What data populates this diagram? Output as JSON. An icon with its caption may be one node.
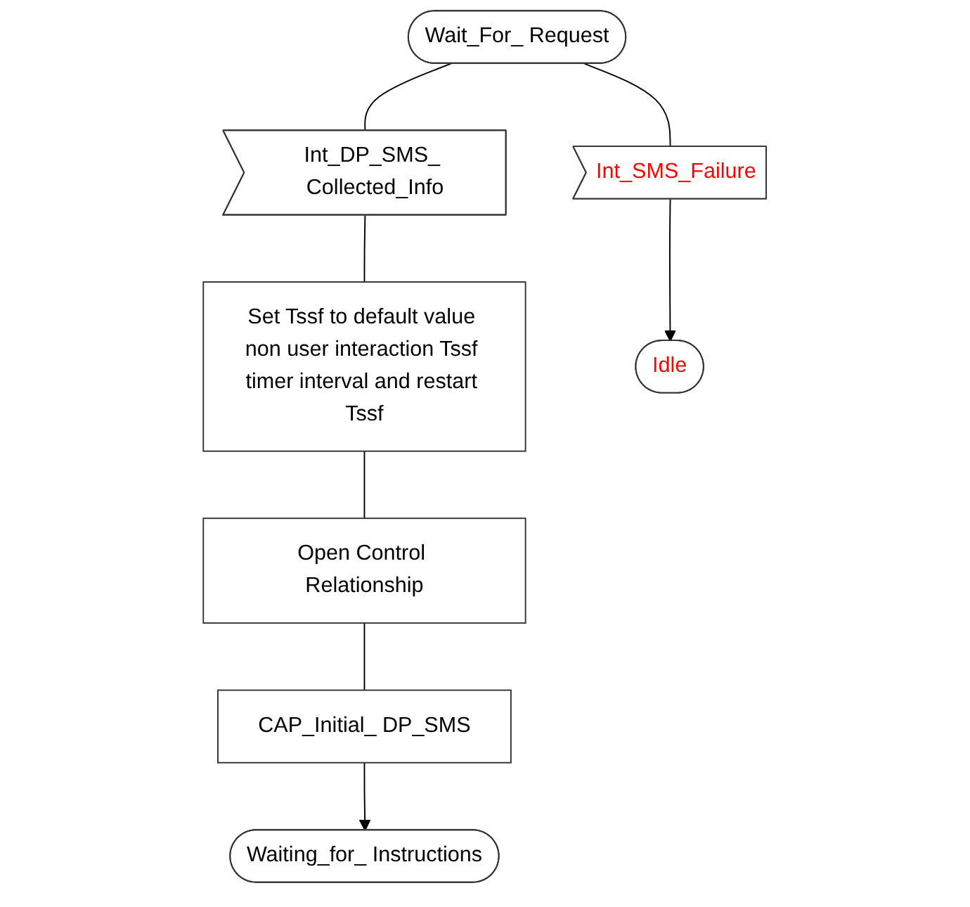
{
  "diagram": {
    "nodes": [
      {
        "text": [
          "Wait_For_ Request"
        ]
      },
      {
        "text": [
          "Int_DP_SMS_ Collected_Info"
        ]
      },
      {
        "text": [
          "Set Tssf to default value non user interaction Tssf timer interval and restart Tssf"
        ]
      },
      {
        "text": [
          "Open Control Relationship"
        ]
      },
      {
        "text": [
          "CAP_Initial_ DP_SMS"
        ]
      },
      {
        "text": [
          "Waiting_for_ Instructions"
        ]
      },
      {
        "text": [
          "Int_SMS_Failure"
        ]
      },
      {
        "text": [
          "Idle"
        ]
      }
    ],
    "edges": [
      {
        "from": 0,
        "to": 1,
        "arrow": "none"
      },
      {
        "from": 1,
        "to": 2,
        "arrow": "none"
      },
      {
        "from": 2,
        "to": 3,
        "arrow": "none"
      },
      {
        "from": 3,
        "to": 4,
        "arrow": "none"
      },
      {
        "from": 4,
        "to": 5,
        "arrow": "to"
      },
      {
        "from": 0,
        "to": 6,
        "arrow": "none"
      },
      {
        "from": 6,
        "to": 7,
        "arrow": "to"
      }
    ]
  }
}
